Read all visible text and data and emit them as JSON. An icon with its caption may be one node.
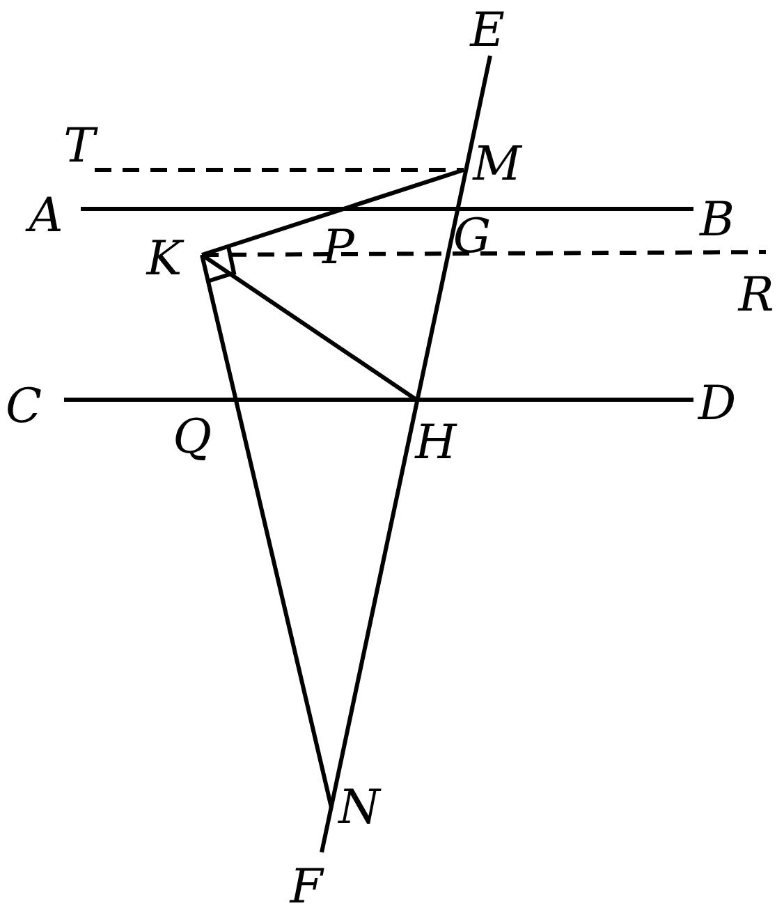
{
  "diagram": {
    "labels": [
      "E",
      "T",
      "M",
      "A",
      "G",
      "B",
      "K",
      "P",
      "R",
      "C",
      "Q",
      "H",
      "D",
      "N",
      "F"
    ]
  }
}
